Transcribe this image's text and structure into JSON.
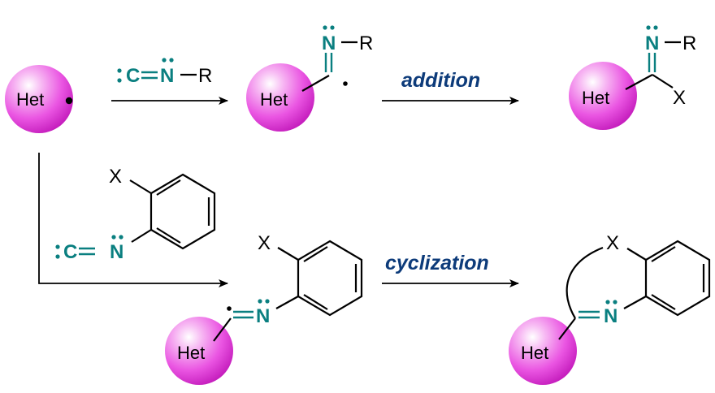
{
  "het_label": "Het",
  "reagent_isocyanide": {
    "carbon": "C",
    "nitrogen": "N",
    "substituent": "R"
  },
  "reagent_aryl_isocyanide": {
    "carbon": "C",
    "nitrogen": "N",
    "ortho_group": "X"
  },
  "intermediate_imidoyl": {
    "nitrogen": "N",
    "substituent": "R"
  },
  "product_imidoyl": {
    "nitrogen": "N",
    "substituent": "R",
    "group": "X"
  },
  "intermediate_aryl": {
    "nitrogen": "N",
    "ortho_group": "X"
  },
  "product_cyclized": {
    "nitrogen": "N",
    "ring_atom": "X"
  },
  "arrows": {
    "addition": "addition",
    "cyclization": "cyclization"
  },
  "colors": {
    "sphere": "#e83de0",
    "heteroatom": "#0a7f80",
    "arrow_label": "#0d3b7a"
  }
}
